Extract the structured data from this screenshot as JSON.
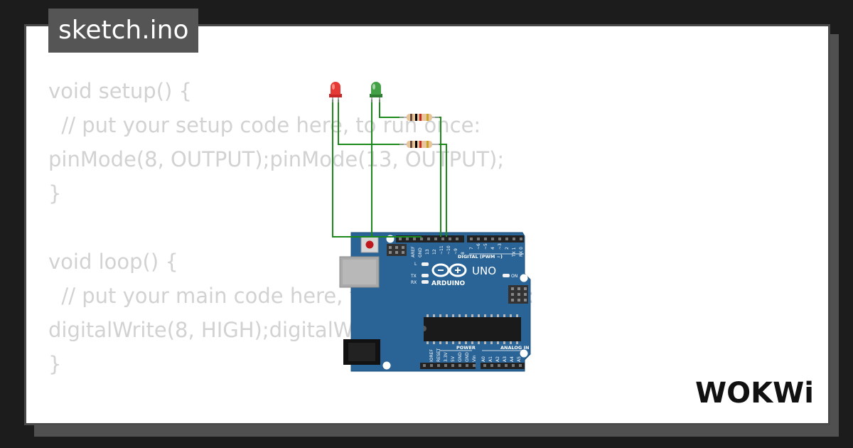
{
  "editor": {
    "filename": "sketch.ino",
    "code_lines": [
      "void setup() {",
      "  // put your setup code here, to run once:",
      "pinMode(8, OUTPUT);pinMode(13, OUTPUT);",
      "}",
      "",
      "void loop() {",
      "  // put your main code here, to run repeatedly:",
      "digitalWrite(8, HIGH);digitalWrite(13, HIGH);",
      "}"
    ]
  },
  "board": {
    "name": "UNO",
    "brand": "ARDUINO",
    "on_label": "ON",
    "digital_label": "DIGITAL (PWM ~)",
    "power_label": "POWER",
    "analog_label": "ANALOG IN",
    "led_l_label": "L",
    "tx_label": "TX",
    "rx_label": "RX",
    "top_pins": [
      "AREF",
      "GND",
      "13",
      "12",
      "~11",
      "~10",
      "~9",
      "8",
      "7",
      "~6",
      "~5",
      "4",
      "~3",
      "2",
      "TX 1",
      "RX 0"
    ],
    "power_pins": [
      "IOREF",
      "RESET",
      "3.3V",
      "5V",
      "GND",
      "GND",
      "Vin"
    ],
    "analog_pins": [
      "A0",
      "A1",
      "A2",
      "A3",
      "A4",
      "A5"
    ]
  },
  "components": {
    "led_colors": {
      "red": "#e53935",
      "green": "#43a047"
    },
    "wire_color": "#1b8a1b",
    "board_color": "#2a6496"
  },
  "brand_logo": "WOKWi"
}
